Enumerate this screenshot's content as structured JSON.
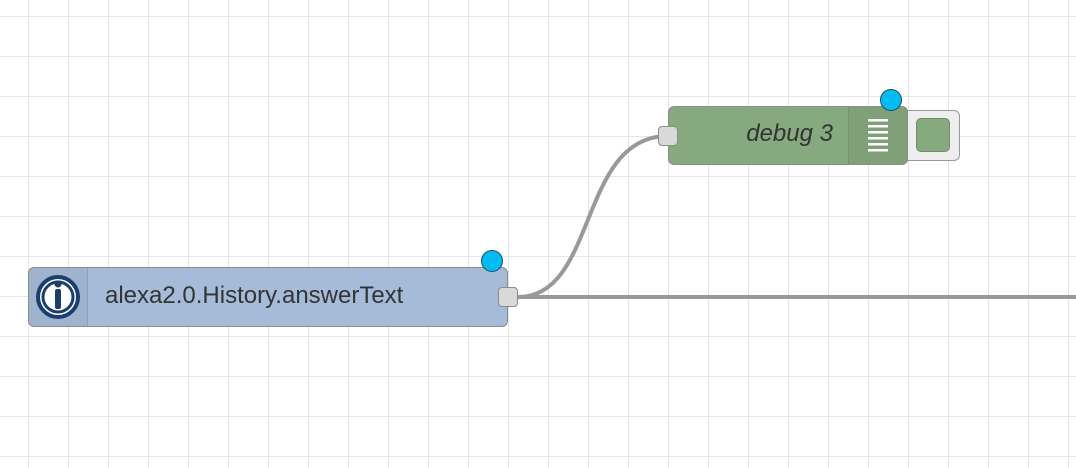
{
  "flow": {
    "nodes": {
      "input": {
        "label": "alexa2.0.History.answerText",
        "type": "ioBroker in",
        "icon": "iobroker-icon",
        "color": "#a6bbd8",
        "status_color": "#00bcf2"
      },
      "debug": {
        "label": "debug 3",
        "type": "debug",
        "icon": "debug-list-icon",
        "color": "#87a980",
        "status_color": "#00bcf2"
      }
    },
    "wire_color": "#999999",
    "grid_color": "#e6e6e6"
  }
}
